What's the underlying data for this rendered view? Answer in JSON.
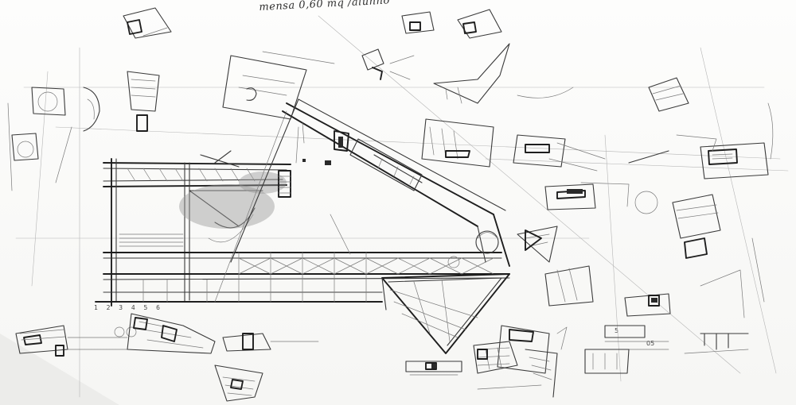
{
  "sheet": {
    "note": "mensa 0,60 mq /alunno",
    "axis_marks": "1 2 3 4 5 6",
    "dim_a": "5",
    "dim_b": "05"
  }
}
